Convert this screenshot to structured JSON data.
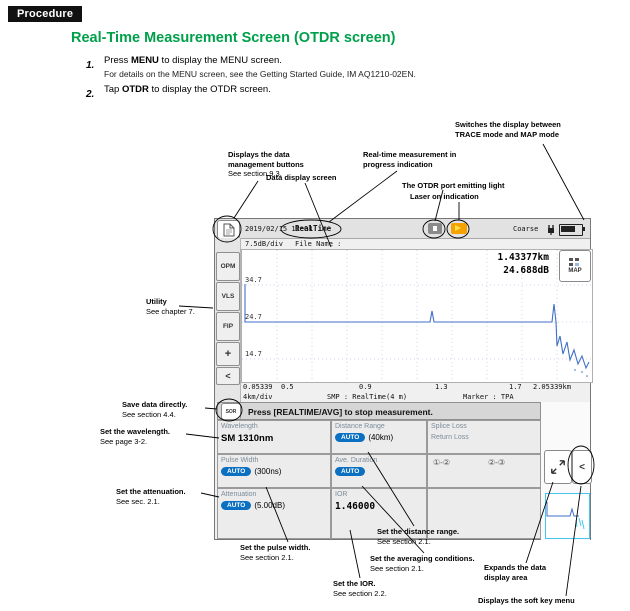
{
  "doc": {
    "badge": "Procedure",
    "title": "Real-Time Measurement Screen (OTDR screen)",
    "step1_num": "1.",
    "step1_pre": "Press ",
    "step1_bold": "MENU",
    "step1_post": " to display the MENU screen.",
    "step1_note": "For details on the MENU screen, see the Getting Started Guide, IM AQ1210-02EN.",
    "step2_num": "2.",
    "step2_pre": "Tap ",
    "step2_bold": "OTDR",
    "step2_post": " to display the OTDR screen."
  },
  "callouts": {
    "data_mgmt": {
      "l1": "Displays the data",
      "l2": "management buttons",
      "see": "See section 9.3."
    },
    "realtime": {
      "l1": "Real-time measurement in",
      "l2": "progress indication"
    },
    "trace_map": {
      "l1": "Switches the display between",
      "l2": "TRACE mode and MAP mode"
    },
    "otdr_port": {
      "l1": "The OTDR port emitting light"
    },
    "laser_on": {
      "l1": "Laser on indication"
    },
    "data_display": {
      "l1": "Data display screen"
    },
    "utility": {
      "l1": "Utility",
      "see": "See chapter 7."
    },
    "save_data": {
      "l1": "Save data directly.",
      "see": "See section 4.4."
    },
    "wavelength": {
      "l1": "Set the wavelength.",
      "see": "See page 3-2."
    },
    "attenuation": {
      "l1": "Set the attenuation.",
      "see": "See sec. 2.1."
    },
    "pulse_width": {
      "l1": "Set the pulse width.",
      "see": "See section 2.1."
    },
    "distance_range": {
      "l1": "Set the distance range.",
      "see": "See section 2.1."
    },
    "averaging": {
      "l1": "Set the averaging conditions.",
      "see": "See section 2.1."
    },
    "ior": {
      "l1": "Set the IOR.",
      "see": "See section 2.2."
    },
    "expand": {
      "l1": "Expands the data",
      "l2": "display area"
    },
    "softkey": {
      "l1": "Displays the soft key menu"
    }
  },
  "screen": {
    "topbar": {
      "datetime": "2019/02/15 12:08",
      "mode": "RealTime",
      "coarse": "Coarse"
    },
    "sidebar": {
      "opm": "OPM",
      "vls": "VLS",
      "fip": "FIP",
      "plus": "+",
      "back": "<"
    },
    "graph": {
      "scale": "7.5dB/div",
      "file_label": "File Name :",
      "marker_distance": "1.43377km",
      "marker_loss": "24.688dB",
      "map_label": "MAP",
      "y_ticks": [
        "34.7",
        "24.7",
        "14.7"
      ],
      "x_ticks": [
        "0.05339",
        "0.5",
        "0.9",
        "1.3",
        "1.7",
        "2.05339km"
      ],
      "xdiv": "4km/div",
      "smp": "SMP : RealTime(4 m)",
      "marker": "Marker : TPA"
    },
    "message": "Press [REALTIME/AVG] to stop measurement.",
    "sor": "SOR",
    "settings": {
      "wavelength_label": "Wavelength",
      "wavelength_value": "SM 1310nm",
      "distance_label": "Distance Range",
      "auto": "AUTO",
      "distance_value": "(40km)",
      "splice_label": "Splice Loss",
      "return_label": "Return Loss",
      "pulse_label": "Pulse Width",
      "pulse_value": "(300ns)",
      "ave_label": "Ave. Duration",
      "sec12": "①-②",
      "sec23": "②-③",
      "atten_label": "Attenuation",
      "atten_value": "(5.00dB)",
      "ior_label": "IOR",
      "ior_value": "1.46000"
    }
  },
  "colors": {
    "title_green": "#00a04b",
    "auto_blue": "#0b6fc2",
    "trace_blue": "#3f6fc8",
    "laser_orange": "#f5a200",
    "thumb_cyan": "#45c6f0"
  }
}
